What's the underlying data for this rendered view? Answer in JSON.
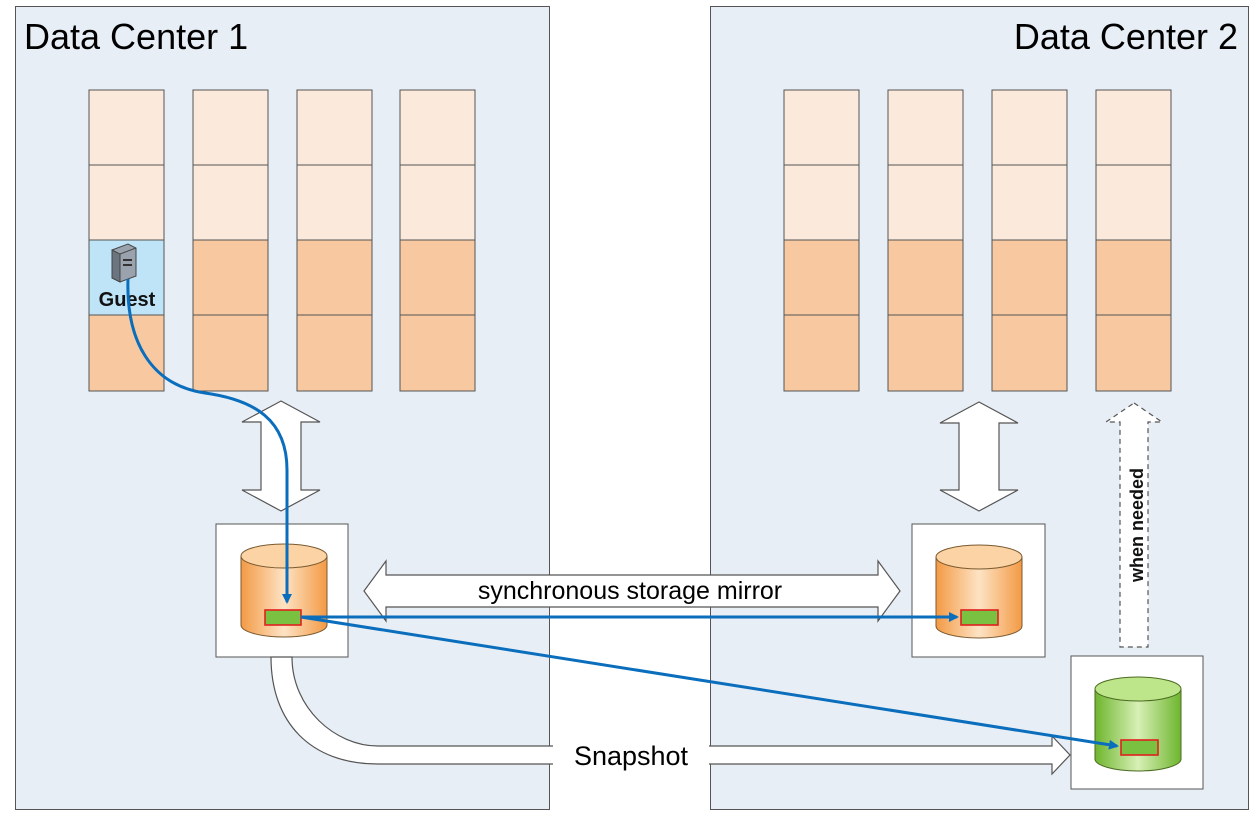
{
  "data_centers": [
    {
      "title": "Data Center 1"
    },
    {
      "title": "Data Center 2"
    }
  ],
  "guest": {
    "label": "Guest",
    "icon": "server-icon",
    "highlight_color": "#bfe3f7"
  },
  "labels": {
    "mirror": "synchronous storage mirror",
    "snapshot": "Snapshot",
    "when_needed": "when needed"
  },
  "colors": {
    "slot_light": "#fbe9dc",
    "slot_dark": "#f8c9a0",
    "flow_arrow": "#0a6ebd",
    "primary_db": "#f5a65b",
    "snapshot_db": "#8cc84b",
    "block_fill": "#7ac142",
    "block_border": "#e02020"
  }
}
